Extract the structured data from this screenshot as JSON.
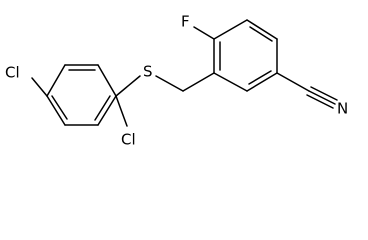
{
  "structure": {
    "atoms": {
      "fluorine": "F",
      "sulfur": "S",
      "nitrogen": "N",
      "chlorine_left": "Cl",
      "chlorine_bottom": "Cl"
    }
  }
}
